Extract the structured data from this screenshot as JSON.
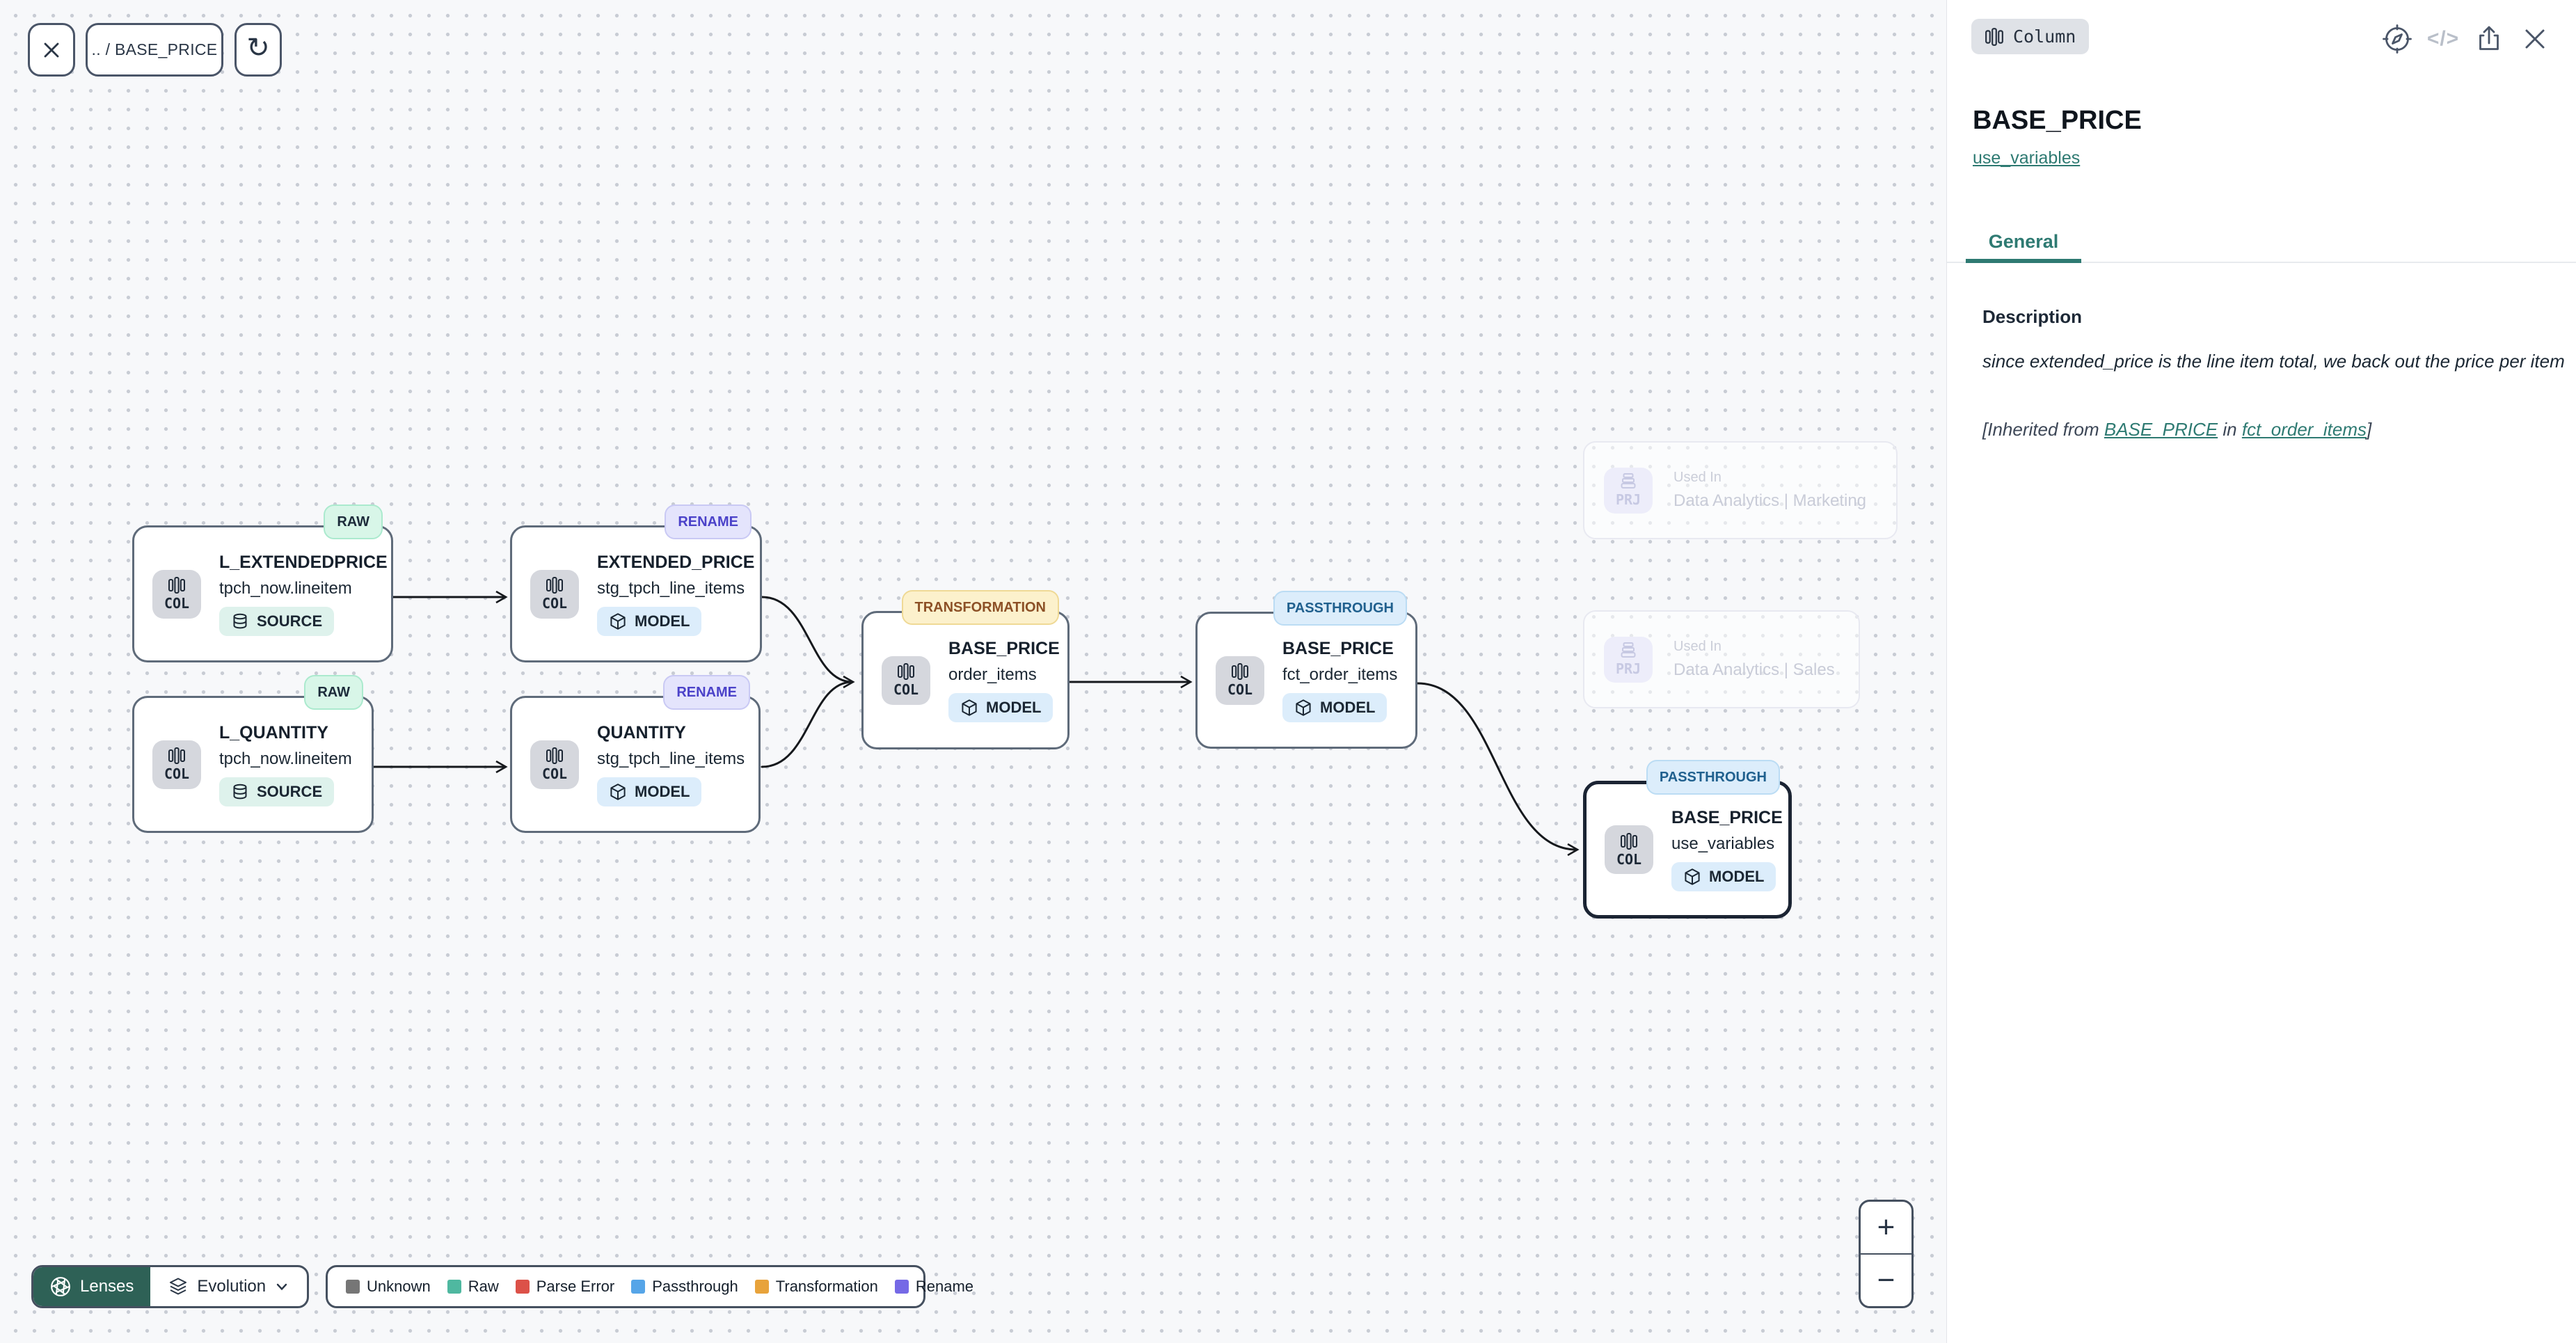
{
  "toolbar": {
    "close_icon": "x-icon",
    "breadcrumb": ".. / BASE_PRICE",
    "refresh_icon": "refresh-icon",
    "refresh_glyph": "↻"
  },
  "nodes": [
    {
      "badge": "RAW",
      "kind": "COL",
      "title": "L_EXTENDEDPRICE",
      "subtitle": "tpch_now.lineitem",
      "chip": "SOURCE"
    },
    {
      "badge": "RENAME",
      "kind": "COL",
      "title": "EXTENDED_PRICE",
      "subtitle": "stg_tpch_line_items",
      "chip": "MODEL"
    },
    {
      "badge": "RAW",
      "kind": "COL",
      "title": "L_QUANTITY",
      "subtitle": "tpch_now.lineitem",
      "chip": "SOURCE"
    },
    {
      "badge": "RENAME",
      "kind": "COL",
      "title": "QUANTITY",
      "subtitle": "stg_tpch_line_items",
      "chip": "MODEL"
    },
    {
      "badge": "TRANSFORMATION",
      "kind": "COL",
      "title": "BASE_PRICE",
      "subtitle": "order_items",
      "chip": "MODEL"
    },
    {
      "badge": "PASSTHROUGH",
      "kind": "COL",
      "title": "BASE_PRICE",
      "subtitle": "fct_order_items",
      "chip": "MODEL"
    },
    {
      "badge": "PASSTHROUGH",
      "kind": "COL",
      "title": "BASE_PRICE",
      "subtitle": "use_variables",
      "chip": "MODEL",
      "selected": true
    }
  ],
  "ghost_nodes": [
    {
      "kind": "PRJ",
      "label": "Used In",
      "name": "Data Analytics | Marketing"
    },
    {
      "kind": "PRJ",
      "label": "Used In",
      "name": "Data Analytics | Sales"
    }
  ],
  "lenses_bar": {
    "lenses_label": "Lenses",
    "mode_label": "Evolution"
  },
  "legend": {
    "items": [
      {
        "label": "Unknown",
        "color": "#767676"
      },
      {
        "label": "Raw",
        "color": "#4FB8A0"
      },
      {
        "label": "Parse Error",
        "color": "#DC5148"
      },
      {
        "label": "Passthrough",
        "color": "#56A5E8"
      },
      {
        "label": "Transformation",
        "color": "#E8A33B"
      },
      {
        "label": "Rename",
        "color": "#7569E6"
      }
    ]
  },
  "zoom_controls": {
    "zoom_in": "+",
    "zoom_out": "−"
  },
  "panel": {
    "type_badge": "Column",
    "accent_color": "#2E7A72",
    "title": "BASE_PRICE",
    "model_link": "use_variables",
    "tab": "General",
    "description_label": "Description",
    "description_body": "since extended_price is the line item total, we back out the price per item",
    "inherited": {
      "prefix": "[Inherited from ",
      "link_column": "BASE_PRICE",
      "infix": " in ",
      "link_model": "fct_order_items",
      "suffix": "]"
    }
  }
}
